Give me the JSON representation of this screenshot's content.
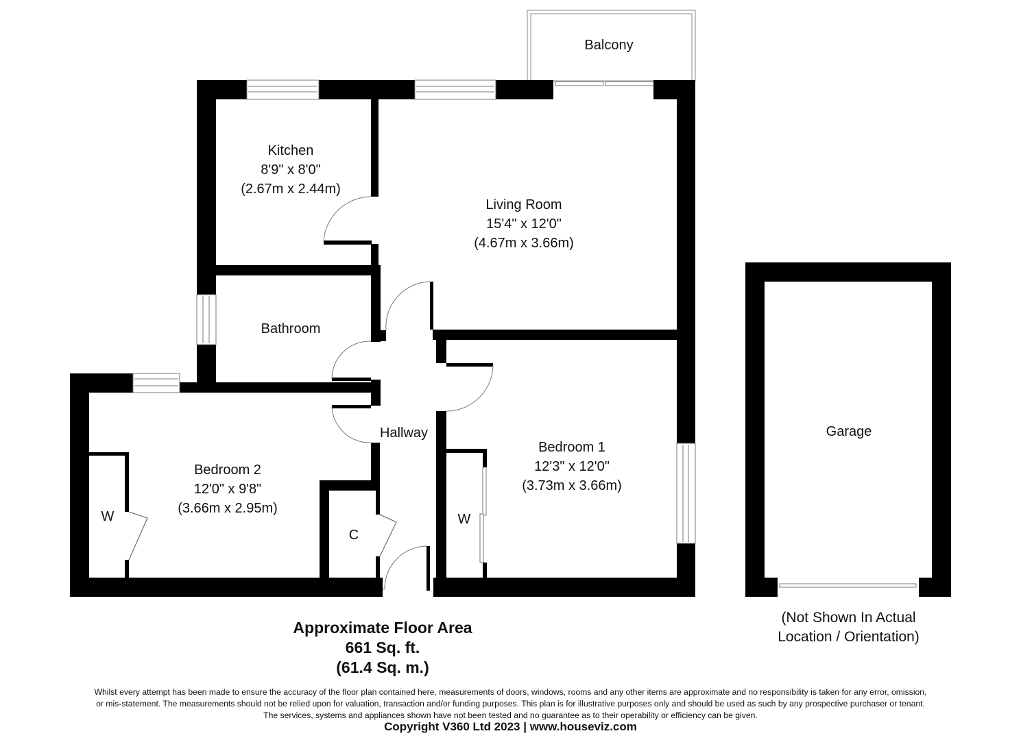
{
  "floor_plan": {
    "rooms": [
      {
        "name": "Balcony",
        "imperial": "",
        "metric": ""
      },
      {
        "name": "Kitchen",
        "imperial": "8'9\" x 8'0\"",
        "metric": "(2.67m x 2.44m)"
      },
      {
        "name": "Living Room",
        "imperial": "15'4\" x 12'0\"",
        "metric": "(4.67m x 3.66m)"
      },
      {
        "name": "Bathroom",
        "imperial": "",
        "metric": ""
      },
      {
        "name": "Hallway",
        "imperial": "",
        "metric": ""
      },
      {
        "name": "Bedroom 2",
        "imperial": "12'0\" x 9'8\"",
        "metric": "(3.66m x 2.95m)"
      },
      {
        "name": "Bedroom 1",
        "imperial": "12'3\" x 12'0\"",
        "metric": "(3.73m x 3.66m)"
      },
      {
        "name": "Garage",
        "imperial": "",
        "metric": ""
      }
    ],
    "storage": [
      {
        "label": "W",
        "location": "Bedroom 2 wardrobe"
      },
      {
        "label": "C",
        "location": "Hallway cupboard"
      },
      {
        "label": "W",
        "location": "Bedroom 1 wardrobe"
      }
    ],
    "area": {
      "title": "Approximate Floor Area",
      "sq_ft": "661 Sq. ft.",
      "sq_m": "(61.4 Sq. m.)"
    },
    "garage_note": {
      "line1": "(Not Shown In Actual",
      "line2": "Location / Orientation)"
    }
  },
  "footer": {
    "disclaimer_line1": "Whilst every attempt has been made to ensure the accuracy of the floor plan contained here, measurements of doors, windows, rooms and any other items are approximate and no responsibility is taken for any error, omission,",
    "disclaimer_line2": "or mis-statement. The measurements should not be relied upon for valuation, transaction and/or funding purposes. This plan is for illustrative purposes only and should be used as such by any prospective purchaser or tenant.",
    "disclaimer_line3": "The services, systems and appliances shown have not been tested and no guarantee as to their operability or efficiency can be given.",
    "copyright": "Copyright V360 Ltd 2023 | www.houseviz.com"
  },
  "colors": {
    "wall": "#000000",
    "background": "#ffffff",
    "fixture_line": "#777777"
  }
}
